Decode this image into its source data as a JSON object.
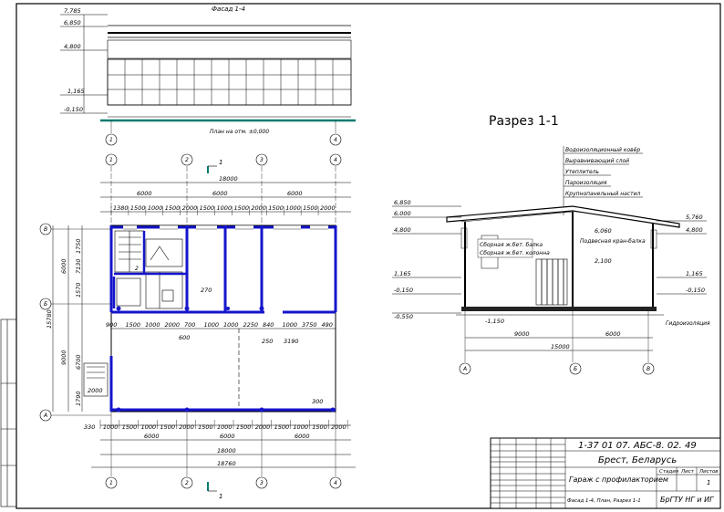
{
  "facade": {
    "title": "Фасад 1-4",
    "marks": [
      "7,785",
      "6,850",
      "4,800",
      "1,165",
      "-0,150"
    ],
    "axes": [
      "1",
      "4"
    ]
  },
  "plan": {
    "title": "План на отм. ±0,000",
    "axes_top": [
      "1",
      "2",
      "3",
      "4"
    ],
    "axes_side": [
      "В",
      "Б",
      "А"
    ],
    "cut_label": "1",
    "dims_top_total": "18000",
    "dims_top_spans": [
      "6000",
      "6000",
      "6000"
    ],
    "dims_top_parts": [
      "1380",
      "1500",
      "1000",
      "1500",
      "2000",
      "1500",
      "1000",
      "1500",
      "2000",
      "1500",
      "1000",
      "1500",
      "2000"
    ],
    "dims_mid_row": [
      "900",
      "1500",
      "1000",
      "2000",
      "700",
      "1000",
      "1000",
      "2250",
      "840",
      "1000",
      "3750",
      "490"
    ],
    "dims_mid_small": [
      "270",
      "600",
      "250",
      "3190"
    ],
    "dims_bottom_parts": [
      "330",
      "1000",
      "1500",
      "1000",
      "1500",
      "2000",
      "1500",
      "1000",
      "1500",
      "2000",
      "1500",
      "1000",
      "1500",
      "2000"
    ],
    "dims_bottom_spans": [
      "6000",
      "6000",
      "6000"
    ],
    "dims_bottom_total": "18000",
    "dims_bottom_overall": "18760",
    "dims_left_total": "15780",
    "dims_left_spans": [
      "6000",
      "9000"
    ],
    "dims_left_parts": [
      "7130",
      "1750",
      "1570",
      "6700",
      "1790"
    ],
    "dim_300": "300",
    "dim_2000": "2000",
    "room_label": "2"
  },
  "section": {
    "title": "Разрез 1-1",
    "layers": [
      "Водоизоляционный ковёр",
      "Выравнивающий слой",
      "Утеплитель",
      "Пароизоляция",
      "Крупнопанельный настил"
    ],
    "marks_left": [
      "6,850",
      "6,000",
      "4,800",
      "1,165",
      "-0,150",
      "-0,550"
    ],
    "marks_right": [
      "5,760",
      "4,800",
      "1,165",
      "-0,150"
    ],
    "marks_inner": [
      "6,060",
      "2,100",
      "-1,150"
    ],
    "notes": [
      "Сборная ж.бет. балка",
      "Сборная ж.бет. колонна",
      "Подвесная кран-балка"
    ],
    "hydro": "Гидроизоляция",
    "dims_spans": [
      "9000",
      "6000"
    ],
    "dims_total": "15000",
    "axes": [
      "А",
      "Б",
      "В"
    ]
  },
  "stamp": {
    "code": "1-37 01 07. АБС-8. 02. 49",
    "city": "Брест, Беларусь",
    "object": "Гараж с профилакторием",
    "sheet_desc": "Фасад 1-4, План, Разрез 1-1",
    "org": "БрГТУ НГ и ИГ",
    "headers": [
      "Стадия",
      "Лист",
      "Листов"
    ],
    "sheet_num": "1"
  }
}
